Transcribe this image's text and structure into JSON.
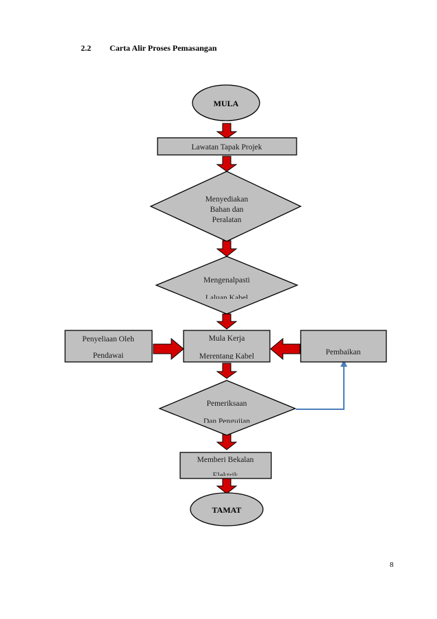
{
  "section": {
    "number": "2.2",
    "title": "Carta Alir Proses Pemasangan"
  },
  "flowchart": {
    "start": "MULA",
    "step1": "Lawatan Tapak Projek",
    "step2": [
      "Menyediakan",
      "Bahan dan",
      "Peralatan"
    ],
    "step3": [
      "Mengenalpasti",
      "Laluan  Kabel"
    ],
    "step4": [
      "Mula  Kerja",
      "Merentang  Kabel"
    ],
    "supervision": [
      "Penyeliaan  Oleh",
      "Pendawai"
    ],
    "repair": "Pembaikan",
    "step5": [
      "Pemeriksaan",
      "Dan Pengujian"
    ],
    "step6": [
      "Memberi  Bekalan",
      "Elektrik"
    ],
    "end": "TAMAT"
  },
  "colors": {
    "shape_fill": "#c0c0c0",
    "arrow_red": "#d40000",
    "loop_line": "#4a7ebb"
  },
  "page_number": "8"
}
